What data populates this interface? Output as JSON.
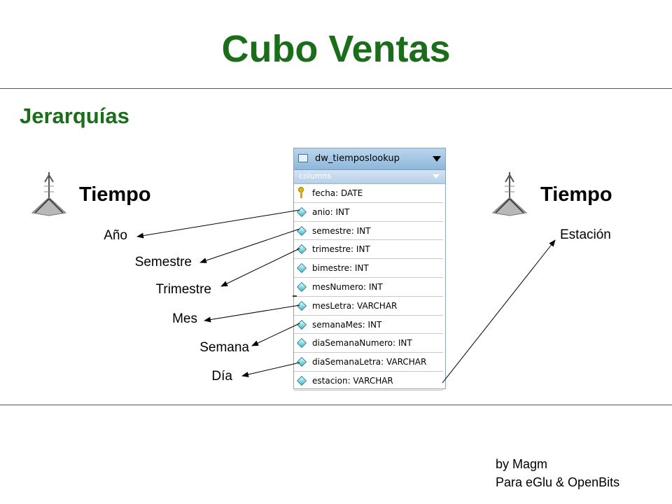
{
  "title": "Cubo Ventas",
  "subtitle": "Jerarquías",
  "dimensions": [
    {
      "title": "Tiempo",
      "icon": "dimension-icon",
      "levels": [
        "Año",
        "Semestre",
        "Trimestre",
        "Mes",
        "Semana",
        "Día"
      ]
    },
    {
      "title": "Tiempo",
      "icon": "dimension-icon",
      "levels": [
        "Estación"
      ]
    }
  ],
  "table": {
    "name": "dw_tiemposlookup",
    "section": "columns",
    "columns": [
      {
        "label": "fecha: DATE",
        "icon": "key-icon"
      },
      {
        "label": "anio: INT",
        "icon": "column-icon"
      },
      {
        "label": "semestre: INT",
        "icon": "column-icon"
      },
      {
        "label": "trimestre: INT",
        "icon": "column-icon"
      },
      {
        "label": "bimestre: INT",
        "icon": "column-icon"
      },
      {
        "label": "mesNumero: INT",
        "icon": "column-icon"
      },
      {
        "label": "mesLetra: VARCHAR",
        "icon": "column-icon"
      },
      {
        "label": "semanaMes: INT",
        "icon": "column-icon"
      },
      {
        "label": "diaSemanaNumero: INT",
        "icon": "column-icon"
      },
      {
        "label": "diaSemanaLetra: VARCHAR",
        "icon": "column-icon"
      },
      {
        "label": "estacion: VARCHAR",
        "icon": "column-icon"
      }
    ]
  },
  "credits": {
    "line1": "by Magm",
    "line2": "Para eGlu & OpenBits"
  },
  "colors": {
    "title": "#1a6e1a",
    "table_header": "#8fb7d9"
  }
}
